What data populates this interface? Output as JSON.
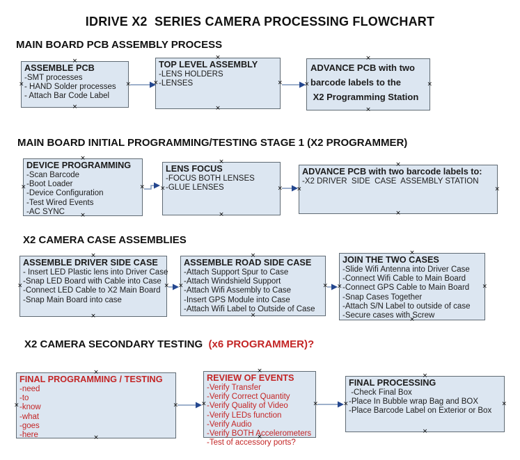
{
  "title": "IDRIVE X2  SERIES CAMERA PROCESSING FLOWCHART",
  "icons": {
    "anchor_glyph": "×"
  },
  "colors": {
    "background": "#ffffff",
    "box_fill": "#dce6f1",
    "box_border": "#5f6a73",
    "text": "#1c1c1c",
    "red_text": "#c32525",
    "arrow_line": "#7d96ba",
    "arrow_head": "#24478f"
  },
  "sections": [
    {
      "heading": "MAIN BOARD PCB ASSEMBLY PROCESS",
      "boxes": [
        {
          "title": "ASSEMBLE PCB",
          "items": [
            "-SMT processes",
            "- HAND Solder processes",
            "- Attach Bar Code Label"
          ]
        },
        {
          "title": "TOP LEVEL ASSEMBLY",
          "items": [
            "-LENS HOLDERS",
            "-LENSES"
          ]
        },
        {
          "title": "",
          "lines": [
            "ADVANCE PCB with two",
            "barcode labels to the",
            " X2 Programming Station"
          ]
        }
      ]
    },
    {
      "heading": "MAIN BOARD INITIAL PROGRAMMING/TESTING STAGE 1 (X2 PROGRAMMER)",
      "boxes": [
        {
          "title": "DEVICE PROGRAMMING",
          "items": [
            "-Scan Barcode",
            "-Boot Loader",
            "-Device Configuration",
            "-Test Wired Events",
            "-AC SYNC"
          ]
        },
        {
          "title": "LENS FOCUS",
          "items": [
            "-FOCUS BOTH LENSES",
            "-GLUE LENSES"
          ]
        },
        {
          "title": "ADVANCE PCB with two barcode labels to:",
          "items": [
            "-X2 DRIVER  SIDE  CASE  ASSEMBLY STATION"
          ]
        }
      ]
    },
    {
      "heading": "X2 CAMERA CASE ASSEMBLIES",
      "boxes": [
        {
          "title": "ASSEMBLE DRIVER SIDE CASE",
          "items": [
            "- Insert LED Plastic lens into Driver Case",
            "-Snap LED Board with Cable into Case",
            "-Connect LED Cable to X2 Main Board",
            "-Snap Main Board into case"
          ]
        },
        {
          "title": "ASSEMBLE ROAD SIDE CASE",
          "items": [
            "-Attach Support Spur to Case",
            "-Attach Windshield Support",
            "-Attach Wifi Assembly to Case",
            "-Insert GPS Module into Case",
            "-Attach Wifi Label to Outside of Case"
          ]
        },
        {
          "title": "JOIN THE TWO CASES",
          "items": [
            "-Slide Wifi Antenna into Driver Case",
            "-Connect Wifi Cable to Main Board",
            "-Connect GPS Cable to Main Board",
            "-Snap Cases Together",
            "-Attach S/N Label to outside of case",
            "-Secure cases with Screw"
          ]
        }
      ]
    },
    {
      "heading": "X2 CAMERA SECONDARY TESTING  ",
      "heading_suffix": "(x6 PROGRAMMER)?",
      "boxes": [
        {
          "title": "FINAL PROGRAMMING / TESTING",
          "items": [
            "-need",
            "-to",
            "-know",
            "-what",
            "-goes",
            "-here"
          ]
        },
        {
          "title": "REVIEW OF EVENTS",
          "items": [
            "-Verify Transfer",
            "-Verify Correct Quantity",
            "-Verify Quality of Video",
            "-Verify LEDs function",
            "-Verify Audio",
            "-Verify BOTH Accelerometers",
            "-Test of accessory ports?"
          ]
        },
        {
          "title": "FINAL PROCESSING",
          "items": [
            " -Check Final Box",
            "-Place In Bubble wrap Bag and BOX",
            "-Place Barcode Label on Exterior or Box"
          ]
        }
      ]
    }
  ]
}
